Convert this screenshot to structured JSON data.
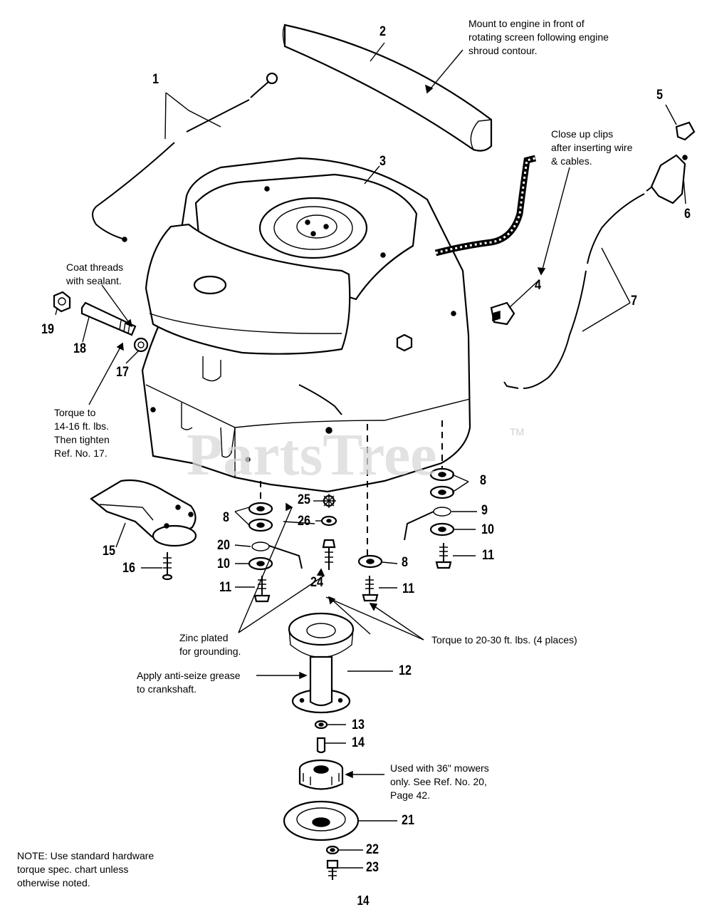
{
  "notes": {
    "mount": "Mount to engine in front of\nrotating screen following engine\nshroud contour.",
    "clips": "Close up clips\nafter inserting wire\n& cables.",
    "sealant": "Coat threads\nwith sealant.",
    "torque_fitting": "Torque to\n14-16 ft. lbs.\nThen tighten\nRef. No. 17.",
    "zinc": "Zinc plated\nfor grounding.",
    "torque_bolts": "Torque to 20-30 ft. lbs. (4 places)",
    "grease": "Apply anti-seize grease\nto crankshaft.",
    "mowers": "Used with 36\" mowers\nonly. See Ref. No. 20,\nPage 42.",
    "hardware": "NOTE: Use standard hardware\ntorque spec. chart unless\notherwise noted."
  },
  "callouts": {
    "c1": "1",
    "c2": "2",
    "c3": "3",
    "c4": "4",
    "c5": "5",
    "c6": "6",
    "c7": "7",
    "c8a": "8",
    "c8b": "8",
    "c8c": "8",
    "c9": "9",
    "c10a": "10",
    "c10b": "10",
    "c11a": "11",
    "c11b": "11",
    "c11c": "11",
    "c12": "12",
    "c13": "13",
    "c14": "14",
    "c15": "15",
    "c16": "16",
    "c17": "17",
    "c18": "18",
    "c19": "19",
    "c20": "20",
    "c21": "21",
    "c22": "22",
    "c23": "23",
    "c24": "24",
    "c25": "25",
    "c26": "26"
  },
  "watermark": "PartsTree",
  "watermark_tm": "TM",
  "page_number": "14"
}
